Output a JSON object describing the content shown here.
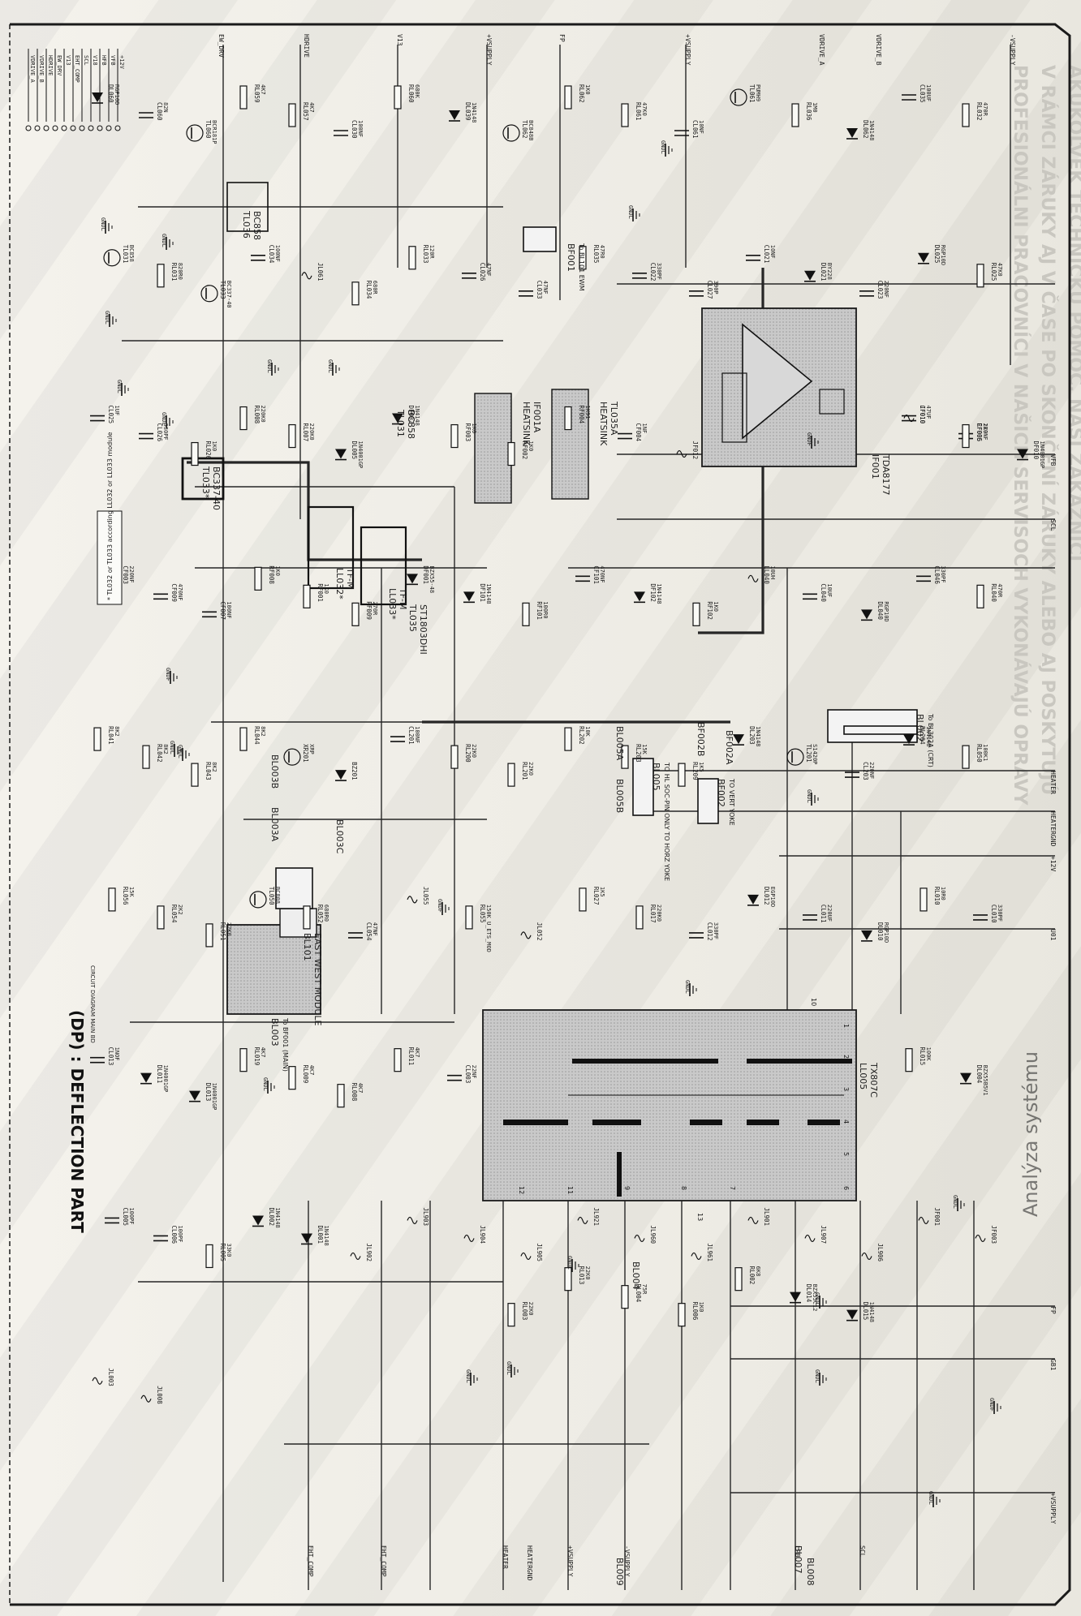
{
  "title": {
    "main": "(DP) : DEFLECTION PART",
    "sub": "CIRCUIT DIAGRAM MAIN BD"
  },
  "watermark": {
    "lines": [
      "PROFESIONÁLNI PRACOVNÍCI V NAŠICH SERVISOCH VYKONÁVAJÚ OPRAVY",
      "V RÁMCI ZÁRUKY AJ V ČASE PO SKONČENÍ ZÁRUKY ALEBO AJ POSKYTUJÚ",
      "AKÚKOĽVEK TECHNICKÚ POMOC. NAŠI ZÁKAZNÍCI"
    ]
  },
  "legend": {
    "signals": [
      "VDRIVE_A",
      "VDRIVE_B",
      "HDRIVE",
      "EW_DRV",
      "V13",
      "EHT_COMP",
      "SCL",
      "V18",
      "HFB",
      "VFB",
      "+12V"
    ]
  },
  "note": "* TL032 or TL033 according LL032 or LL033 module",
  "blocks": [
    {
      "ref": "IF001",
      "part": "TDA8177"
    },
    {
      "ref": "LL005",
      "part": "TX807C"
    },
    {
      "ref": "BL101",
      "part": "EAST WEST MODULE"
    },
    {
      "ref": "TL031",
      "part": "BC858"
    },
    {
      "ref": "TL033*",
      "part": "BC337-40"
    },
    {
      "ref": "TL035",
      "part": "ST1803DHI"
    },
    {
      "ref": "LL032*",
      "part": "TF-M"
    },
    {
      "ref": "LL033*",
      "part": "TF-M"
    },
    {
      "ref": "TL036",
      "part": "BC858"
    },
    {
      "ref": "HEATSINK",
      "part": "IF001A"
    },
    {
      "ref": "HEATSINK",
      "part": "TL035A"
    }
  ],
  "connectors": [
    {
      "ref": "BF001",
      "note": "To BL101 EWM"
    },
    {
      "ref": "BL002",
      "note": "To BL302A (CRT)"
    },
    {
      "ref": "BL005",
      "note": "TO HL SOC-PIN ONLY TO HORZ YOKE"
    },
    {
      "ref": "BF002",
      "note": "TO VERT YOKE"
    },
    {
      "ref": "BL003",
      "note": "To BF001 (MAIN)"
    },
    {
      "ref": "BF002A",
      "note": ""
    },
    {
      "ref": "BF002B",
      "note": ""
    },
    {
      "ref": "BL005A",
      "note": ""
    },
    {
      "ref": "BL005B",
      "note": ""
    },
    {
      "ref": "BL003A",
      "note": ""
    },
    {
      "ref": "BL003B",
      "note": ""
    },
    {
      "ref": "BL003C",
      "note": ""
    },
    {
      "ref": "BL004",
      "note": ""
    },
    {
      "ref": "BL007",
      "note": ""
    },
    {
      "ref": "BL008",
      "note": ""
    },
    {
      "ref": "BL009",
      "note": ""
    }
  ],
  "nets": {
    "top": [
      "VDRIVE_A",
      "VDRIVE_B",
      "HDRIVE",
      "EW_DRV",
      "V13",
      "+VSUPPLY",
      "FP",
      "+VSUPPLY",
      "-VSUPPLY"
    ],
    "right": [
      "VFB",
      "SCL",
      "HEATER",
      "HEATERGND",
      "+12V",
      "U01",
      "FP",
      "GB1",
      "+VSUPPLY"
    ],
    "bottom": [
      "EHT_COMP",
      "EHT_COMP",
      "HEATER",
      "HEATERGND",
      "+VSUPPLY",
      "-VSUPPLY",
      "LPB",
      "SCL"
    ]
  },
  "components": [
    {
      "ref": "DL060",
      "val": "RGP10D"
    },
    {
      "ref": "CL060",
      "val": "82N"
    },
    {
      "ref": "TL060",
      "val": "BCR181P"
    },
    {
      "ref": "RL059",
      "val": "4K7"
    },
    {
      "ref": "RL057",
      "val": "4K7"
    },
    {
      "ref": "CL030",
      "val": "100NF"
    },
    {
      "ref": "RL060",
      "val": "680K"
    },
    {
      "ref": "DL039",
      "val": "1N4148"
    },
    {
      "ref": "TL062",
      "val": "BC848B"
    },
    {
      "ref": "RL062",
      "val": "1K0"
    },
    {
      "ref": "RL061",
      "val": "47K0"
    },
    {
      "ref": "CL061",
      "val": "10NF"
    },
    {
      "ref": "TL061",
      "val": "PUMH9"
    },
    {
      "ref": "RL036",
      "val": "1M0"
    },
    {
      "ref": "DL062",
      "val": "1N4148"
    },
    {
      "ref": "CL035",
      "val": "100UF"
    },
    {
      "ref": "RL032",
      "val": "470R"
    },
    {
      "ref": "TL031",
      "val": "BC858"
    },
    {
      "ref": "RL031",
      "val": "820R0"
    },
    {
      "ref": "TL033",
      "val": "BC337-40"
    },
    {
      "ref": "CL034",
      "val": "100NF"
    },
    {
      "ref": "JL061",
      "val": ""
    },
    {
      "ref": "RL034",
      "val": "680R"
    },
    {
      "ref": "RL033",
      "val": "120R"
    },
    {
      "ref": "CL026",
      "val": "47NF"
    },
    {
      "ref": "CL033",
      "val": "47NF"
    },
    {
      "ref": "RL035",
      "val": "47R0"
    },
    {
      "ref": "CL022",
      "val": "330PF"
    },
    {
      "ref": "CL027",
      "val": "390P"
    },
    {
      "ref": "CL021",
      "val": "10NF"
    },
    {
      "ref": "DL021",
      "val": "BY228"
    },
    {
      "ref": "CL023",
      "val": "220NF"
    },
    {
      "ref": "DL025",
      "val": "RGP10D"
    },
    {
      "ref": "RL025",
      "val": "47K0"
    },
    {
      "ref": "CL025",
      "val": "1UF"
    },
    {
      "ref": "CL026",
      "val": "330PF"
    },
    {
      "ref": "RL026",
      "val": "1K0"
    },
    {
      "ref": "RL008",
      "val": "220K0"
    },
    {
      "ref": "RL007",
      "val": "220K0"
    },
    {
      "ref": "DL005",
      "val": "1N4001GP"
    },
    {
      "ref": "DF002",
      "val": "1N4148"
    },
    {
      "ref": "RF003",
      "val": "1K0"
    },
    {
      "ref": "RF002",
      "val": "1K0"
    },
    {
      "ref": "RF004",
      "val": "1K91"
    },
    {
      "ref": "CF004",
      "val": "1NF"
    },
    {
      "ref": "JF012",
      "val": ""
    },
    {
      "ref": "JF010",
      "val": ""
    },
    {
      "ref": "CF005",
      "val": "220NF"
    },
    {
      "ref": "DF010",
      "val": "1N4001GP"
    },
    {
      "ref": "CF010",
      "val": "47UF"
    },
    {
      "ref": "RF006",
      "val": "1K0"
    },
    {
      "ref": "CF003",
      "val": "220NF"
    },
    {
      "ref": "CF009",
      "val": "470NF"
    },
    {
      "ref": "CF007",
      "val": "100NF"
    },
    {
      "ref": "RF008",
      "val": "1K0"
    },
    {
      "ref": "RF001",
      "val": "1K0"
    },
    {
      "ref": "RF009",
      "val": "270R"
    },
    {
      "ref": "DF001",
      "val": "BZX55-48"
    },
    {
      "ref": "DF101",
      "val": "1N4148"
    },
    {
      "ref": "RF101",
      "val": "100R0"
    },
    {
      "ref": "CF101",
      "val": "470NF"
    },
    {
      "ref": "DF102",
      "val": "1N4148"
    },
    {
      "ref": "RF102",
      "val": "1K0"
    },
    {
      "ref": "LL040",
      "val": "10UH"
    },
    {
      "ref": "CL040",
      "val": "10UF"
    },
    {
      "ref": "DL040",
      "val": "RGP10D"
    },
    {
      "ref": "CL046",
      "val": "330PF"
    },
    {
      "ref": "RL040",
      "val": "470R"
    },
    {
      "ref": "RL041",
      "val": "8K2"
    },
    {
      "ref": "RL042",
      "val": "8K2"
    },
    {
      "ref": "RL043",
      "val": "8K2"
    },
    {
      "ref": "RL044",
      "val": "8K2"
    },
    {
      "ref": "XR201",
      "val": "XRP"
    },
    {
      "ref": "BZ201",
      "val": ""
    },
    {
      "ref": "CL201",
      "val": "100NF"
    },
    {
      "ref": "RL200",
      "val": "22K0"
    },
    {
      "ref": "RL201",
      "val": "22K0"
    },
    {
      "ref": "RL202",
      "val": "10K"
    },
    {
      "ref": "RL203",
      "val": "15K"
    },
    {
      "ref": "RL209",
      "val": "1K5"
    },
    {
      "ref": "DL203",
      "val": "1N4148"
    },
    {
      "ref": "TL201",
      "val": "S1420P"
    },
    {
      "ref": "CL203",
      "val": "220NF"
    },
    {
      "ref": "DL204",
      "val": "1N4148"
    },
    {
      "ref": "RL050",
      "val": "100K1"
    },
    {
      "ref": "RL056",
      "val": "15K"
    },
    {
      "ref": "RL054",
      "val": "2K2"
    },
    {
      "ref": "RL051",
      "val": "22K0"
    },
    {
      "ref": "TL050",
      "val": "BC808"
    },
    {
      "ref": "RL052",
      "val": "680R0"
    },
    {
      "ref": "CL054",
      "val": "47NF"
    },
    {
      "ref": "JL055",
      "val": ""
    },
    {
      "ref": "RL055",
      "val": "150K_U_ETS_MOD"
    },
    {
      "ref": "JL052",
      "val": ""
    },
    {
      "ref": "RL027",
      "val": "1K5"
    },
    {
      "ref": "RL017",
      "val": "220K0"
    },
    {
      "ref": "CL012",
      "val": "330PF"
    },
    {
      "ref": "DL012",
      "val": "EGP10D"
    },
    {
      "ref": "CL011",
      "val": "220UF"
    },
    {
      "ref": "DL010",
      "val": "RGP10D"
    },
    {
      "ref": "RL010",
      "val": "10R0"
    },
    {
      "ref": "CL010",
      "val": "330PF"
    },
    {
      "ref": "CL013",
      "val": "1NOF"
    },
    {
      "ref": "DL011",
      "val": "1N4001GP"
    },
    {
      "ref": "DL013",
      "val": "1N4001GP"
    },
    {
      "ref": "RL019",
      "val": "4K7"
    },
    {
      "ref": "RL009",
      "val": "4K7"
    },
    {
      "ref": "RL008",
      "val": "4K7"
    },
    {
      "ref": "RL011",
      "val": "4K7"
    },
    {
      "ref": "CL003",
      "val": "22NF"
    },
    {
      "ref": "RL003",
      "val": "22K0"
    },
    {
      "ref": "RL013",
      "val": "22K0"
    },
    {
      "ref": "RL004",
      "val": "75R"
    },
    {
      "ref": "RL006",
      "val": "1K0"
    },
    {
      "ref": "RL002",
      "val": "6K8"
    },
    {
      "ref": "DL014",
      "val": "BZX55C12"
    },
    {
      "ref": "DL015",
      "val": "1N4148"
    },
    {
      "ref": "RL015",
      "val": "100K"
    },
    {
      "ref": "DL004",
      "val": "BZX55B5V1"
    },
    {
      "ref": "CL005",
      "val": "100PF"
    },
    {
      "ref": "CL006",
      "val": "100PF"
    },
    {
      "ref": "RL005",
      "val": "33K0"
    },
    {
      "ref": "DL002",
      "val": "1N4148"
    },
    {
      "ref": "DL001",
      "val": "1N4148"
    },
    {
      "ref": "JL902",
      "val": ""
    },
    {
      "ref": "JL903",
      "val": ""
    },
    {
      "ref": "JL904",
      "val": ""
    },
    {
      "ref": "JL905",
      "val": ""
    },
    {
      "ref": "JL921",
      "val": ""
    },
    {
      "ref": "JL960",
      "val": ""
    },
    {
      "ref": "JL961",
      "val": ""
    },
    {
      "ref": "JL901",
      "val": ""
    },
    {
      "ref": "JL907",
      "val": ""
    },
    {
      "ref": "JL906",
      "val": ""
    },
    {
      "ref": "JF001",
      "val": ""
    },
    {
      "ref": "JF003",
      "val": ""
    },
    {
      "ref": "JL003",
      "val": ""
    },
    {
      "ref": "JL008",
      "val": ""
    }
  ],
  "ground_label": "GNDL",
  "ground_label_alt": "GNDF",
  "pin_numbers": [
    "1",
    "2",
    "3",
    "4",
    "5",
    "6",
    "7",
    "8",
    "9",
    "10",
    "11",
    "12",
    "13"
  ],
  "edge_right_text": "Analýza systému"
}
